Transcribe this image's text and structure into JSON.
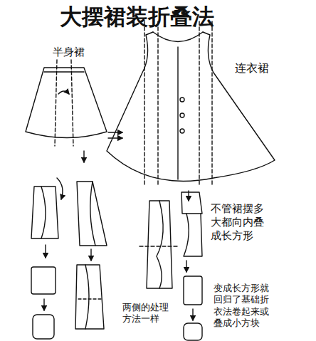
{
  "diagram": {
    "title": "大摆裙装折叠法",
    "labels": [
      "半身裙",
      "连衣裙",
      "不管裙摆多大都向内叠成长方形",
      "两侧的处理方法一样",
      "变成长方形就回归了基础折衣法卷起来或叠成小方块"
    ]
  }
}
